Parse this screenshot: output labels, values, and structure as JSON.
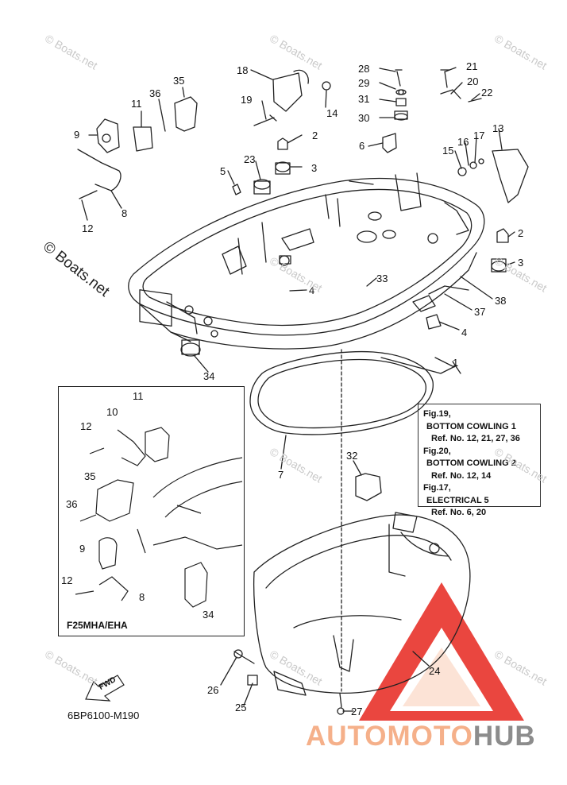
{
  "callouts": [
    "18",
    "28",
    "21",
    "29",
    "20",
    "35",
    "22",
    "36",
    "31",
    "11",
    "19",
    "14",
    "30",
    "13",
    "9",
    "2",
    "6",
    "17",
    "16",
    "23",
    "15",
    "3",
    "5",
    "8",
    "12",
    "2",
    "3",
    "33",
    "4",
    "38",
    "37",
    "4",
    "34",
    "1",
    "7",
    "32",
    "24",
    "26",
    "25",
    "27"
  ],
  "inset": {
    "label": "F25MHA/EHA",
    "callouts": [
      "11",
      "10",
      "12",
      "35",
      "36",
      "9",
      "12",
      "8",
      "34"
    ]
  },
  "ref_box": {
    "lines": [
      "Fig.19,",
      "BOTTOM COWLING 1",
      "Ref. No. 12, 21, 27, 36",
      "Fig.20,",
      "BOTTOM COWLING 2",
      "Ref. No. 12, 14",
      "Fig.17,",
      "ELECTRICAL 5",
      "Ref. No. 6, 20"
    ]
  },
  "diagram_code": "6BP6100-M190",
  "fwd_label": "FWD",
  "watermarks": {
    "small": "© Boats.net",
    "large": "© Boats.net"
  },
  "brand": {
    "part1": "AUTOMOTO",
    "part2": "HUB"
  },
  "colors": {
    "line": "#222222",
    "logo_red": "#e8322a",
    "logo_orange": "#f5b08a",
    "logo_gray": "#8c8c8c",
    "watermark": "#c9c9c9"
  }
}
